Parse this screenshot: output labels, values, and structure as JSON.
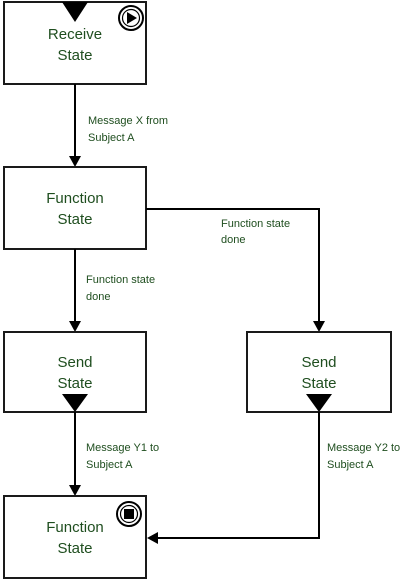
{
  "nodes": {
    "receive": {
      "line1": "Receive",
      "line2": "State",
      "marker": "start-play-icon"
    },
    "function_top": {
      "line1": "Function",
      "line2": "State"
    },
    "send_left": {
      "line1": "Send",
      "line2": "State",
      "marker": "send-triangle-icon"
    },
    "send_right": {
      "line1": "Send",
      "line2": "State",
      "marker": "send-triangle-icon"
    },
    "function_end": {
      "line1": "Function",
      "line2": "State",
      "marker": "end-stop-icon"
    }
  },
  "edges": {
    "receive_to_function": {
      "line1": "Message X from",
      "line2": "Subject A"
    },
    "function_to_send_left": {
      "line1": "Function state",
      "line2": "done"
    },
    "function_to_send_right": {
      "line1": "Function state",
      "line2": "done"
    },
    "send_left_to_end": {
      "line1": "Message Y1 to",
      "line2": "Subject A"
    },
    "send_right_to_end": {
      "line1": "Message Y2 to",
      "line2": "Subject A"
    }
  },
  "colors": {
    "text": "#1f4e1f",
    "stroke": "#1a1a1a",
    "marker": "#000000"
  }
}
